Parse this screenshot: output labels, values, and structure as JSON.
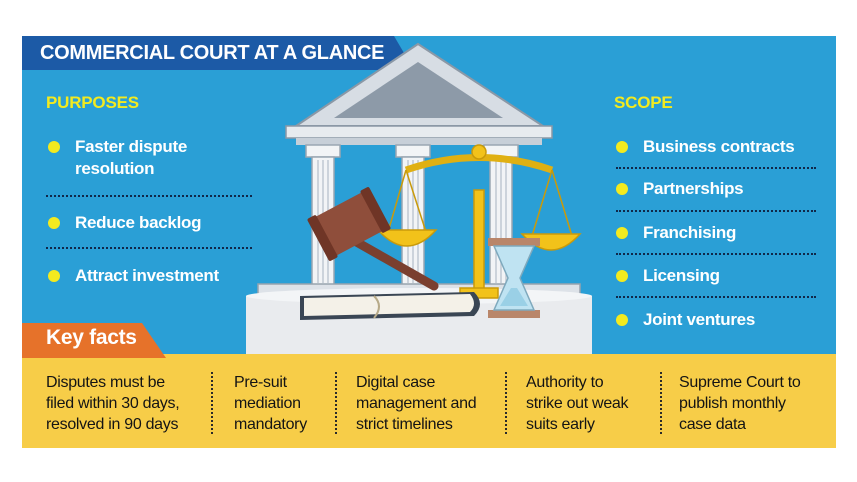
{
  "title": "COMMERCIAL COURT AT A GLANCE",
  "purposes": {
    "heading": "PURPOSES",
    "items": [
      [
        "Faster dispute",
        "resolution"
      ],
      [
        "Reduce backlog"
      ],
      [
        "Attract investment"
      ]
    ]
  },
  "scope": {
    "heading": "SCOPE",
    "items": [
      "Business contracts",
      "Partnerships",
      "Franchising",
      "Licensing",
      "Joint ventures"
    ]
  },
  "key_facts": {
    "heading": "Key facts",
    "items": [
      [
        "Disputes must be",
        "filed within 30 days,",
        "resolved in 90 days"
      ],
      [
        "Pre-suit",
        "mediation",
        "mandatory"
      ],
      [
        "Digital case",
        "management and",
        "strict timelines"
      ],
      [
        "Authority to",
        "strike out weak",
        "suits early"
      ],
      [
        "Supreme Court to",
        "publish monthly",
        "case data"
      ]
    ]
  },
  "illustration_icons": [
    "courthouse-icon",
    "gavel-icon",
    "scales-of-justice-icon",
    "hourglass-icon",
    "book-icon"
  ],
  "colors": {
    "panel_blue": "#2a9fd6",
    "title_navy": "#1c5aa6",
    "heading_yellow": "#f3ea1f",
    "facts_yellow": "#f7cd48",
    "key_facts_orange": "#e6722a"
  }
}
